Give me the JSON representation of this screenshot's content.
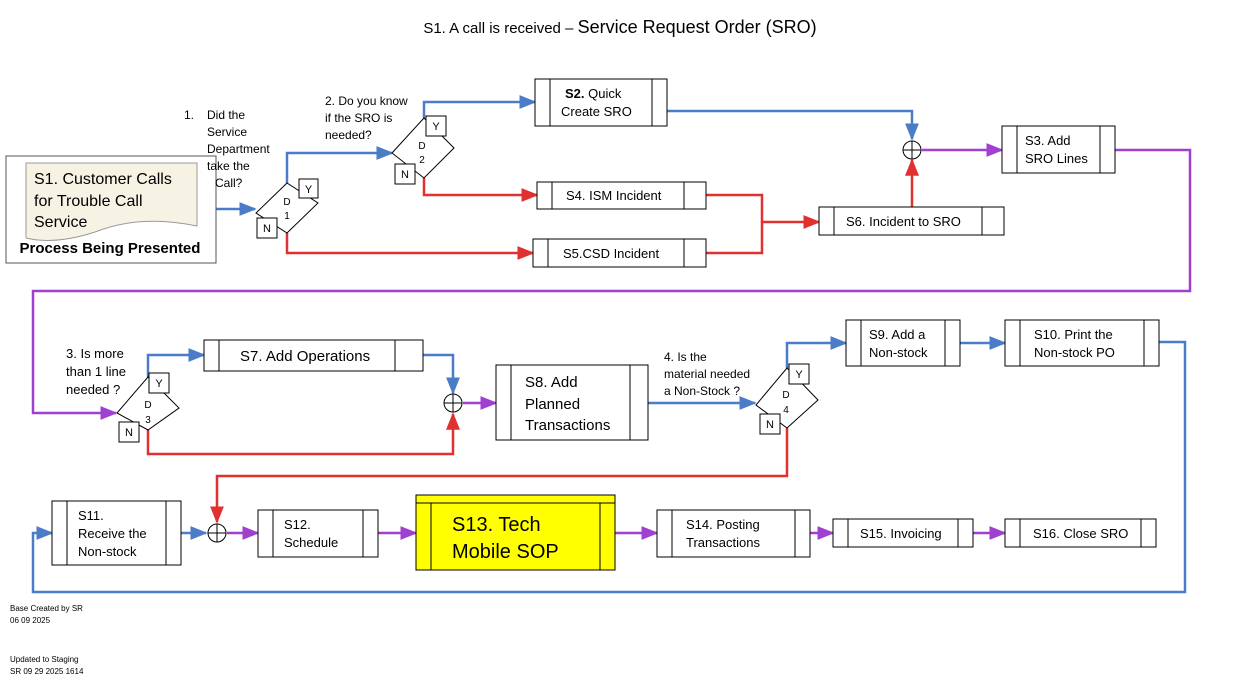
{
  "title": {
    "prefix": "S1. A call is received – ",
    "main": "Service Request Order (SRO)"
  },
  "colors": {
    "yes_flow": "#4a7cc7",
    "no_flow": "#e03030",
    "merge_flow": "#a040d0",
    "highlight": "#ffff00"
  },
  "start": {
    "lines": [
      "S1. Customer Calls",
      "for Trouble Call",
      "Service"
    ],
    "caption": "Process Being Presented"
  },
  "steps": {
    "s2": {
      "bold": "S2.",
      "l1": " Quick",
      "l2": "Create SRO"
    },
    "s3": {
      "l1": "S3. Add",
      "l2": "SRO Lines"
    },
    "s4": {
      "l1": "S4. ISM Incident"
    },
    "s5": {
      "l1": "S5.CSD Incident"
    },
    "s6": {
      "l1": "S6. Incident to SRO"
    },
    "s7": {
      "l1": "S7. Add Operations"
    },
    "s8": {
      "l1": "S8. Add",
      "l2": "Planned",
      "l3": "Transactions"
    },
    "s9": {
      "l1": "S9. Add a",
      "l2": "Non-stock"
    },
    "s10": {
      "l1": "S10. Print the",
      "l2": "Non-stock PO"
    },
    "s11": {
      "l1": "S11.",
      "l2": "Receive the",
      "l3": "Non-stock"
    },
    "s12": {
      "l1": "S12.",
      "l2": "Schedule"
    },
    "s13": {
      "l1": "S13. Tech",
      "l2": "Mobile SOP"
    },
    "s14": {
      "l1": "S14. Posting",
      "l2": "Transactions"
    },
    "s15": {
      "l1": "S15. Invoicing"
    },
    "s16": {
      "l1": "S16. Close SRO"
    }
  },
  "decisions": {
    "d1": {
      "id_l1": "D",
      "id_l2": "1",
      "yes": "Y",
      "no": "N",
      "q": [
        "1.",
        "Did the",
        "Service",
        "Department",
        "take the",
        "Call?"
      ]
    },
    "d2": {
      "id_l1": "D",
      "id_l2": "2",
      "yes": "Y",
      "no": "N",
      "q": [
        "2. Do you know",
        "if the SRO is",
        "needed?"
      ]
    },
    "d3": {
      "id_l1": "D",
      "id_l2": "3",
      "yes": "Y",
      "no": "N",
      "q": [
        "3. Is more",
        "than 1 line",
        "needed ?"
      ]
    },
    "d4": {
      "id_l1": "D",
      "id_l2": "4",
      "yes": "Y",
      "no": "N",
      "q": [
        "4. Is the",
        "material needed",
        "a Non-Stock ?"
      ]
    }
  },
  "footer": {
    "created_l1": "Base Created by SR",
    "created_l2": "06 09 2025",
    "updated_l1": "Updated to Staging",
    "updated_l2": "SR 09 29 2025 1614"
  }
}
